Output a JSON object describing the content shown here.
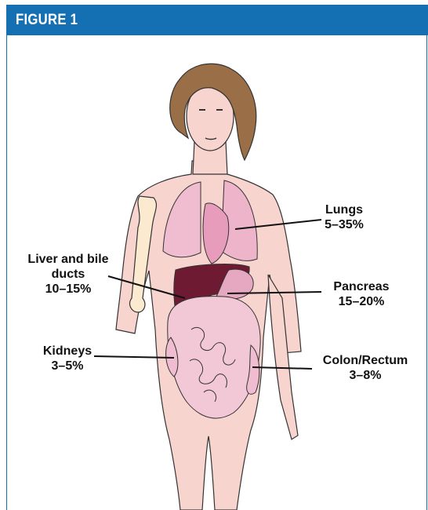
{
  "header": {
    "title": "FIGURE 1"
  },
  "labels": {
    "lungs": {
      "name": "Lungs",
      "range": "5–35%"
    },
    "liver": {
      "name_line1": "Liver and bile",
      "name_line2": "ducts",
      "range": "10–15%"
    },
    "pancreas": {
      "name": "Pancreas",
      "range": "15–20%"
    },
    "kidneys": {
      "name": "Kidneys",
      "range": "3–5%"
    },
    "colon": {
      "name": "Colon/Rectum",
      "range": "3–8%"
    }
  },
  "colors": {
    "header": "#1570b3",
    "skin": "#f8d4cf",
    "hair": "#9a6f47",
    "lungs": "#eeb4c9",
    "liver": "#6e1a32",
    "intestine": "#f3c8d6"
  }
}
